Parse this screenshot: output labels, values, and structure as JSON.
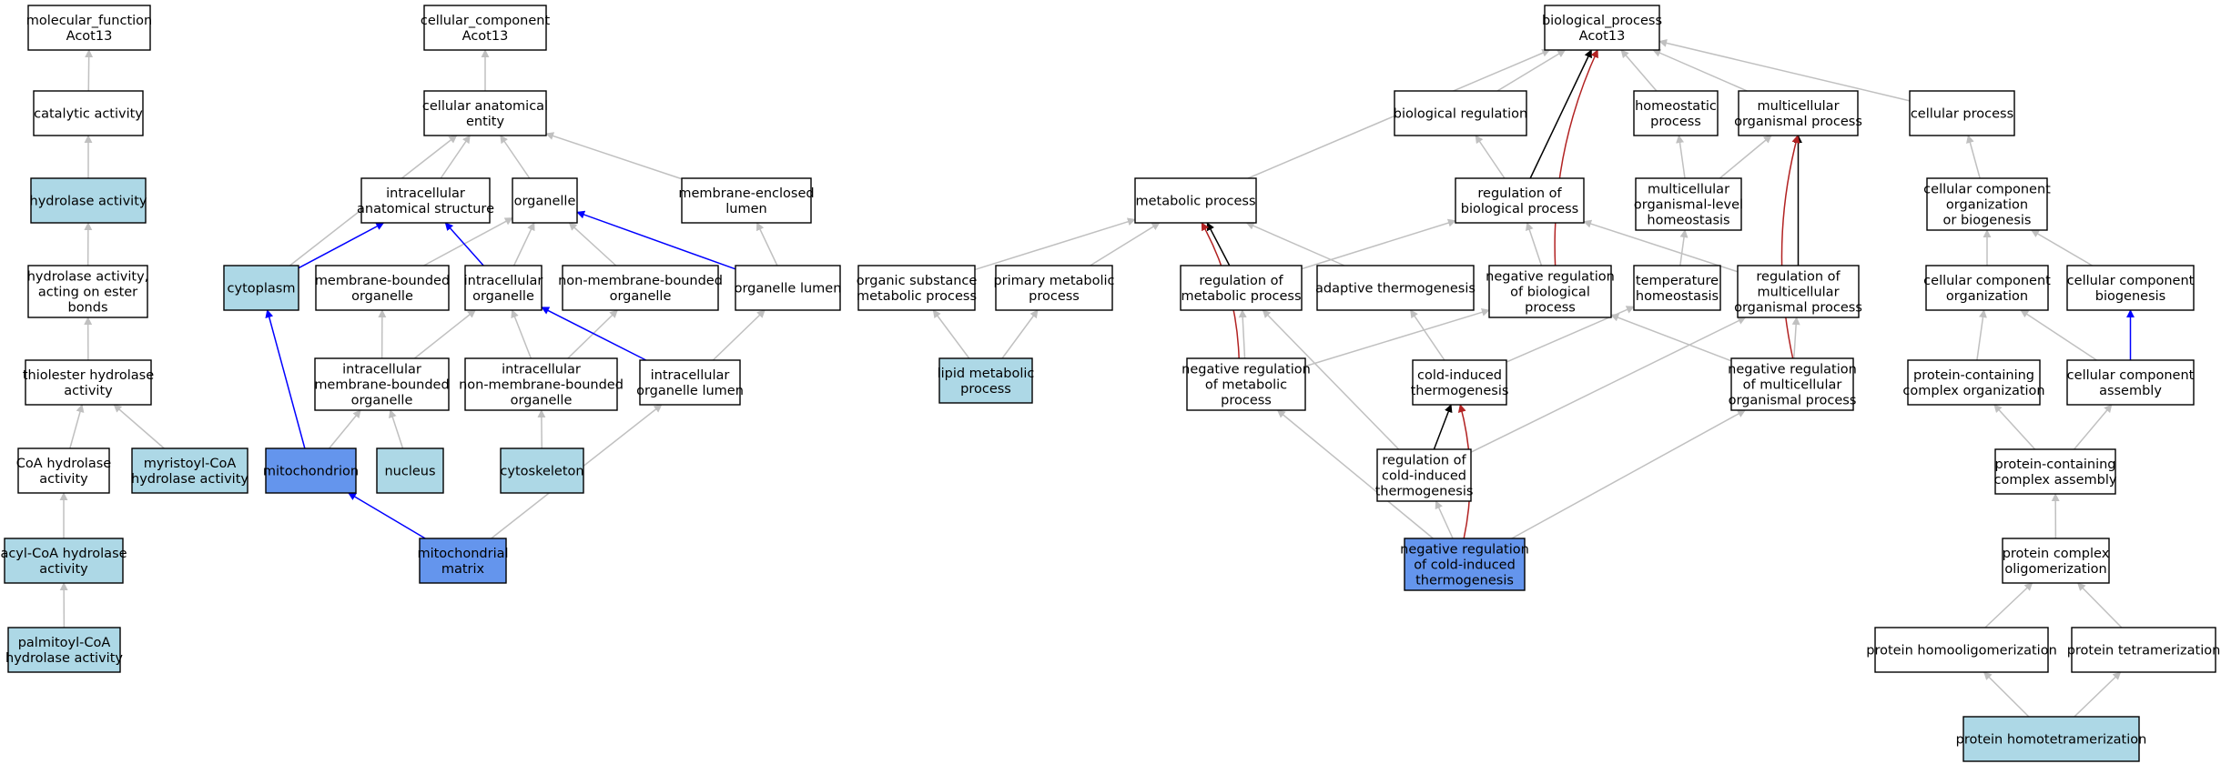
{
  "colors": {
    "gray_edge": "#c0c0c0",
    "black_edge": "#000000",
    "blue_edge": "#0000ff",
    "red_edge": "#b22222",
    "light_fill": "#add8e6",
    "dark_fill": "#6495ed",
    "white_fill": "#ffffff"
  },
  "nodes": {
    "mf_root": {
      "lines": [
        "molecular_function",
        "Acot13"
      ],
      "fill": "white"
    },
    "catalytic": {
      "lines": [
        "catalytic activity"
      ],
      "fill": "white"
    },
    "hydrolase": {
      "lines": [
        "hydrolase activity"
      ],
      "fill": "light"
    },
    "hydrolase_ester": {
      "lines": [
        "hydrolase activity,",
        "acting on ester",
        "bonds"
      ],
      "fill": "white"
    },
    "thioester": {
      "lines": [
        "thiolester hydrolase",
        "activity"
      ],
      "fill": "white"
    },
    "coa_hydrolase": {
      "lines": [
        "CoA hydrolase",
        "activity"
      ],
      "fill": "white"
    },
    "myristoyl": {
      "lines": [
        "myristoyl-CoA",
        "hydrolase activity"
      ],
      "fill": "light"
    },
    "acyl_coa": {
      "lines": [
        "acyl-CoA hydrolase",
        "activity"
      ],
      "fill": "light"
    },
    "palmitoyl": {
      "lines": [
        "palmitoyl-CoA",
        "hydrolase activity"
      ],
      "fill": "light"
    },
    "cc_root": {
      "lines": [
        "cellular_component",
        "Acot13"
      ],
      "fill": "white"
    },
    "anat_entity": {
      "lines": [
        "cellular anatomical",
        "entity"
      ],
      "fill": "white"
    },
    "intra_anat": {
      "lines": [
        "intracellular",
        "anatomical structure"
      ],
      "fill": "white"
    },
    "organelle": {
      "lines": [
        "organelle"
      ],
      "fill": "white"
    },
    "mem_enclosed_lumen": {
      "lines": [
        "membrane-enclosed",
        "lumen"
      ],
      "fill": "white"
    },
    "cytoplasm": {
      "lines": [
        "cytoplasm"
      ],
      "fill": "light"
    },
    "mem_bounded_org": {
      "lines": [
        "membrane-bounded",
        "organelle"
      ],
      "fill": "white"
    },
    "intra_org": {
      "lines": [
        "intracellular",
        "organelle"
      ],
      "fill": "white"
    },
    "non_mem_org": {
      "lines": [
        "non-membrane-bounded",
        "organelle"
      ],
      "fill": "white"
    },
    "org_lumen": {
      "lines": [
        "organelle lumen"
      ],
      "fill": "white"
    },
    "intra_mem_bounded": {
      "lines": [
        "intracellular",
        "membrane-bounded",
        "organelle"
      ],
      "fill": "white"
    },
    "intra_non_mem": {
      "lines": [
        "intracellular",
        "non-membrane-bounded",
        "organelle"
      ],
      "fill": "white"
    },
    "intra_org_lumen": {
      "lines": [
        "intracellular",
        "organelle lumen"
      ],
      "fill": "white"
    },
    "mitochondrion": {
      "lines": [
        "mitochondrion"
      ],
      "fill": "dark"
    },
    "nucleus": {
      "lines": [
        "nucleus"
      ],
      "fill": "light"
    },
    "cytoskeleton": {
      "lines": [
        "cytoskeleton"
      ],
      "fill": "light"
    },
    "mito_matrix": {
      "lines": [
        "mitochondrial",
        "matrix"
      ],
      "fill": "dark"
    },
    "bp_root": {
      "lines": [
        "biological_process",
        "Acot13"
      ],
      "fill": "white"
    },
    "bio_reg": {
      "lines": [
        "biological regulation"
      ],
      "fill": "white"
    },
    "homeostatic": {
      "lines": [
        "homeostatic",
        "process"
      ],
      "fill": "white"
    },
    "multicell": {
      "lines": [
        "multicellular",
        "organismal process"
      ],
      "fill": "white"
    },
    "cell_process": {
      "lines": [
        "cellular process"
      ],
      "fill": "white"
    },
    "metabolic": {
      "lines": [
        "metabolic process"
      ],
      "fill": "white"
    },
    "reg_bio": {
      "lines": [
        "regulation of",
        "biological process"
      ],
      "fill": "white"
    },
    "multicell_homeo": {
      "lines": [
        "multicellular",
        "organismal-level",
        "homeostasis"
      ],
      "fill": "white"
    },
    "cc_org_bio": {
      "lines": [
        "cellular component",
        "organization",
        "or biogenesis"
      ],
      "fill": "white"
    },
    "org_subst": {
      "lines": [
        "organic substance",
        "metabolic process"
      ],
      "fill": "white"
    },
    "primary_met": {
      "lines": [
        "primary metabolic",
        "process"
      ],
      "fill": "white"
    },
    "reg_met": {
      "lines": [
        "regulation of",
        "metabolic process"
      ],
      "fill": "white"
    },
    "adaptive_thermo": {
      "lines": [
        "adaptive thermogenesis"
      ],
      "fill": "white"
    },
    "neg_reg_bio": {
      "lines": [
        "negative regulation",
        "of biological",
        "process"
      ],
      "fill": "white"
    },
    "temp_homeo": {
      "lines": [
        "temperature",
        "homeostasis"
      ],
      "fill": "white"
    },
    "reg_multicell": {
      "lines": [
        "regulation of",
        "multicellular",
        "organismal process"
      ],
      "fill": "white"
    },
    "cc_org": {
      "lines": [
        "cellular component",
        "organization"
      ],
      "fill": "white"
    },
    "cc_biogen": {
      "lines": [
        "cellular component",
        "biogenesis"
      ],
      "fill": "white"
    },
    "lipid_met": {
      "lines": [
        "lipid metabolic",
        "process"
      ],
      "fill": "light"
    },
    "neg_reg_met": {
      "lines": [
        "negative regulation",
        "of metabolic",
        "process"
      ],
      "fill": "white"
    },
    "cold_thermo": {
      "lines": [
        "cold-induced",
        "thermogenesis"
      ],
      "fill": "white"
    },
    "neg_reg_multicell": {
      "lines": [
        "negative regulation",
        "of multicellular",
        "organismal process"
      ],
      "fill": "white"
    },
    "prot_complex_org": {
      "lines": [
        "protein-containing",
        "complex organization"
      ],
      "fill": "white"
    },
    "cc_assembly": {
      "lines": [
        "cellular component",
        "assembly"
      ],
      "fill": "white"
    },
    "reg_cold_thermo": {
      "lines": [
        "regulation of",
        "cold-induced",
        "thermogenesis"
      ],
      "fill": "white"
    },
    "prot_complex_asm": {
      "lines": [
        "protein-containing",
        "complex assembly"
      ],
      "fill": "white"
    },
    "neg_reg_cold": {
      "lines": [
        "negative regulation",
        "of cold-induced",
        "thermogenesis"
      ],
      "fill": "dark"
    },
    "prot_oligo": {
      "lines": [
        "protein complex",
        "oligomerization"
      ],
      "fill": "white"
    },
    "prot_homooligo": {
      "lines": [
        "protein homooligomerization"
      ],
      "fill": "white"
    },
    "prot_tetra": {
      "lines": [
        "protein tetramerization"
      ],
      "fill": "white"
    },
    "prot_homotetra": {
      "lines": [
        "protein homotetramerization"
      ],
      "fill": "light"
    }
  },
  "edges": [
    [
      "catalytic",
      "mf_root",
      "gray"
    ],
    [
      "hydrolase",
      "catalytic",
      "gray"
    ],
    [
      "hydrolase_ester",
      "hydrolase",
      "gray"
    ],
    [
      "thioester",
      "hydrolase_ester",
      "gray"
    ],
    [
      "coa_hydrolase",
      "thioester",
      "gray"
    ],
    [
      "myristoyl",
      "thioester",
      "gray"
    ],
    [
      "acyl_coa",
      "coa_hydrolase",
      "gray"
    ],
    [
      "palmitoyl",
      "acyl_coa",
      "gray"
    ],
    [
      "anat_entity",
      "cc_root",
      "gray"
    ],
    [
      "intra_anat",
      "anat_entity",
      "gray"
    ],
    [
      "organelle",
      "anat_entity",
      "gray"
    ],
    [
      "mem_enclosed_lumen",
      "anat_entity",
      "gray"
    ],
    [
      "cytoplasm",
      "anat_entity",
      "gray"
    ],
    [
      "cytoplasm",
      "intra_anat",
      "blue"
    ],
    [
      "mem_bounded_org",
      "organelle",
      "gray"
    ],
    [
      "intra_org",
      "intra_anat",
      "blue"
    ],
    [
      "intra_org",
      "organelle",
      "gray"
    ],
    [
      "non_mem_org",
      "organelle",
      "gray"
    ],
    [
      "org_lumen",
      "organelle",
      "blue"
    ],
    [
      "org_lumen",
      "mem_enclosed_lumen",
      "gray"
    ],
    [
      "intra_mem_bounded",
      "mem_bounded_org",
      "gray"
    ],
    [
      "intra_mem_bounded",
      "intra_org",
      "gray"
    ],
    [
      "intra_non_mem",
      "intra_org",
      "gray"
    ],
    [
      "intra_non_mem",
      "non_mem_org",
      "gray"
    ],
    [
      "intra_org_lumen",
      "intra_org",
      "blue"
    ],
    [
      "intra_org_lumen",
      "org_lumen",
      "gray"
    ],
    [
      "mitochondrion",
      "cytoplasm",
      "blue"
    ],
    [
      "mitochondrion",
      "intra_mem_bounded",
      "gray"
    ],
    [
      "nucleus",
      "intra_mem_bounded",
      "gray"
    ],
    [
      "cytoskeleton",
      "intra_non_mem",
      "gray"
    ],
    [
      "mito_matrix",
      "mitochondrion",
      "blue"
    ],
    [
      "mito_matrix",
      "intra_org_lumen",
      "gray"
    ],
    [
      "bio_reg",
      "bp_root",
      "gray"
    ],
    [
      "homeostatic",
      "bp_root",
      "gray"
    ],
    [
      "multicell",
      "bp_root",
      "gray"
    ],
    [
      "cell_process",
      "bp_root",
      "gray"
    ],
    [
      "metabolic",
      "bp_root",
      "gray"
    ],
    [
      "reg_bio",
      "bio_reg",
      "gray"
    ],
    [
      "reg_bio",
      "bp_root",
      "black"
    ],
    [
      "multicell_homeo",
      "homeostatic",
      "gray"
    ],
    [
      "multicell_homeo",
      "multicell",
      "gray"
    ],
    [
      "cc_org_bio",
      "cell_process",
      "gray"
    ],
    [
      "org_subst",
      "metabolic",
      "gray"
    ],
    [
      "primary_met",
      "metabolic",
      "gray"
    ],
    [
      "reg_met",
      "metabolic",
      "black"
    ],
    [
      "reg_met",
      "reg_bio",
      "gray"
    ],
    [
      "adaptive_thermo",
      "metabolic",
      "gray"
    ],
    [
      "neg_reg_bio",
      "reg_bio",
      "gray"
    ],
    [
      "neg_reg_bio",
      "bp_root",
      "red"
    ],
    [
      "temp_homeo",
      "multicell_homeo",
      "gray"
    ],
    [
      "reg_multicell",
      "multicell",
      "black"
    ],
    [
      "reg_multicell",
      "reg_bio",
      "gray"
    ],
    [
      "cc_org",
      "cc_org_bio",
      "gray"
    ],
    [
      "cc_biogen",
      "cc_org_bio",
      "gray"
    ],
    [
      "lipid_met",
      "org_subst",
      "gray"
    ],
    [
      "lipid_met",
      "primary_met",
      "gray"
    ],
    [
      "neg_reg_met",
      "reg_met",
      "gray"
    ],
    [
      "neg_reg_met",
      "neg_reg_bio",
      "gray"
    ],
    [
      "neg_reg_met",
      "metabolic",
      "red"
    ],
    [
      "cold_thermo",
      "adaptive_thermo",
      "gray"
    ],
    [
      "cold_thermo",
      "temp_homeo",
      "gray"
    ],
    [
      "neg_reg_multicell",
      "reg_multicell",
      "gray"
    ],
    [
      "neg_reg_multicell",
      "neg_reg_bio",
      "gray"
    ],
    [
      "neg_reg_multicell",
      "multicell",
      "red"
    ],
    [
      "prot_complex_org",
      "cc_org",
      "gray"
    ],
    [
      "cc_assembly",
      "cc_org",
      "gray"
    ],
    [
      "cc_assembly",
      "cc_biogen",
      "blue"
    ],
    [
      "reg_cold_thermo",
      "reg_met",
      "gray"
    ],
    [
      "reg_cold_thermo",
      "reg_multicell",
      "gray"
    ],
    [
      "reg_cold_thermo",
      "cold_thermo",
      "black"
    ],
    [
      "prot_complex_asm",
      "prot_complex_org",
      "gray"
    ],
    [
      "prot_complex_asm",
      "cc_assembly",
      "gray"
    ],
    [
      "neg_reg_cold",
      "reg_cold_thermo",
      "gray"
    ],
    [
      "neg_reg_cold",
      "neg_reg_met",
      "gray"
    ],
    [
      "neg_reg_cold",
      "neg_reg_multicell",
      "gray"
    ],
    [
      "neg_reg_cold",
      "cold_thermo",
      "red"
    ],
    [
      "prot_oligo",
      "prot_complex_asm",
      "gray"
    ],
    [
      "prot_homooligo",
      "prot_oligo",
      "gray"
    ],
    [
      "prot_tetra",
      "prot_oligo",
      "gray"
    ],
    [
      "prot_homotetra",
      "prot_homooligo",
      "gray"
    ],
    [
      "prot_homotetra",
      "prot_tetra",
      "gray"
    ]
  ]
}
